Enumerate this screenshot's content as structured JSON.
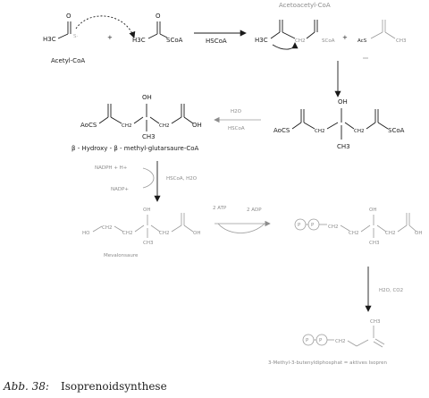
{
  "molecules": {
    "acetyl_coa_1": {
      "label": "Acetyl-CoA",
      "left": "H3C",
      "o": "O"
    },
    "acetyl_coa_2": {
      "left": "H3C",
      "right": "SCoA",
      "o": "O"
    },
    "plus": "+",
    "acetoacetyl": {
      "title": "Acetoacetyl-CoA",
      "h3c": "H3C",
      "ch2": "CH2",
      "scoa": "SCoA",
      "plus": "+"
    },
    "acetyl_coa_3": {
      "left": "AcS",
      "right": "CH3"
    },
    "hmg_coa": {
      "left": "AoCS",
      "ch2a": "CH2",
      "oh": "OH",
      "ch3": "CH3",
      "ch2b": "CH2",
      "right": "SCoA"
    },
    "hmg": {
      "label": "β - Hydroxy - β - methyl-glutarsaure-CoA",
      "left": "AoCS",
      "ch2a": "CH2",
      "oh": "OH",
      "ch3": "CH3",
      "ch2b": "CH2",
      "cooh": "OH"
    },
    "mevalonate": {
      "label": "Mevalonsaure",
      "ho": "HO",
      "ch2a": "CH2",
      "ch2b": "CH2",
      "oh": "OH",
      "ch3": "CH3",
      "ch2c": "CH2",
      "cooh": "OH"
    },
    "pp_mevalonate": {
      "p1": "P",
      "p2": "P",
      "ch2a": "CH2",
      "ch2b": "CH2",
      "oh": "OH",
      "ch3": "CH3",
      "ch2c": "CH2",
      "cooh": "OH"
    },
    "ipp": {
      "label": "3-Methyl-3-butenyldiphosphat = aktives Isopren",
      "p1": "P",
      "p2": "P",
      "ch2": "CH2",
      "ch3": "CH3"
    }
  },
  "reactions": {
    "r1": "HSCoA",
    "r2_a": "H2O",
    "r2_b": "HSCoA",
    "r3_a": "NADPH + H+",
    "r3_b": "NADP+",
    "r3_c": "HSCoA, H2O",
    "r4_a": "2 ATP",
    "r4_b": "2 ADP",
    "r5": "H2O, CO2"
  },
  "caption": {
    "label": "Abb. 38:",
    "title": "Isoprenoidsynthese"
  }
}
